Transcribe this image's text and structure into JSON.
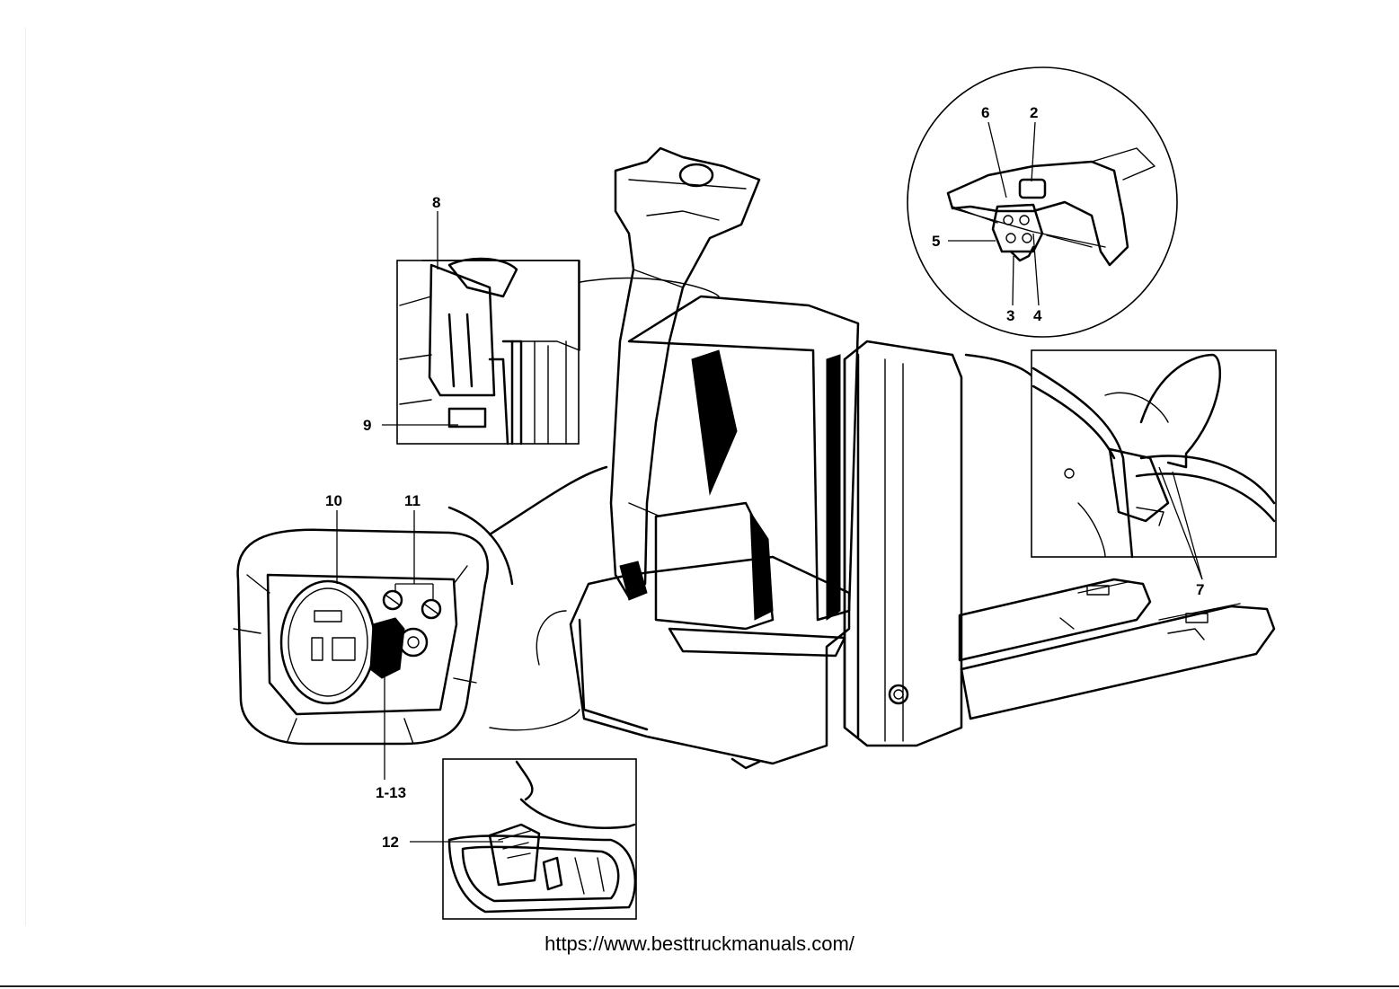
{
  "callouts": {
    "c1_13": "1-13",
    "c2": "2",
    "c3": "3",
    "c4": "4",
    "c5": "5",
    "c6": "6",
    "c7": "7",
    "c8": "8",
    "c9": "9",
    "c10": "10",
    "c11": "11",
    "c12": "12"
  },
  "footer": {
    "url": "https://www.besttruckmanuals.com/"
  }
}
